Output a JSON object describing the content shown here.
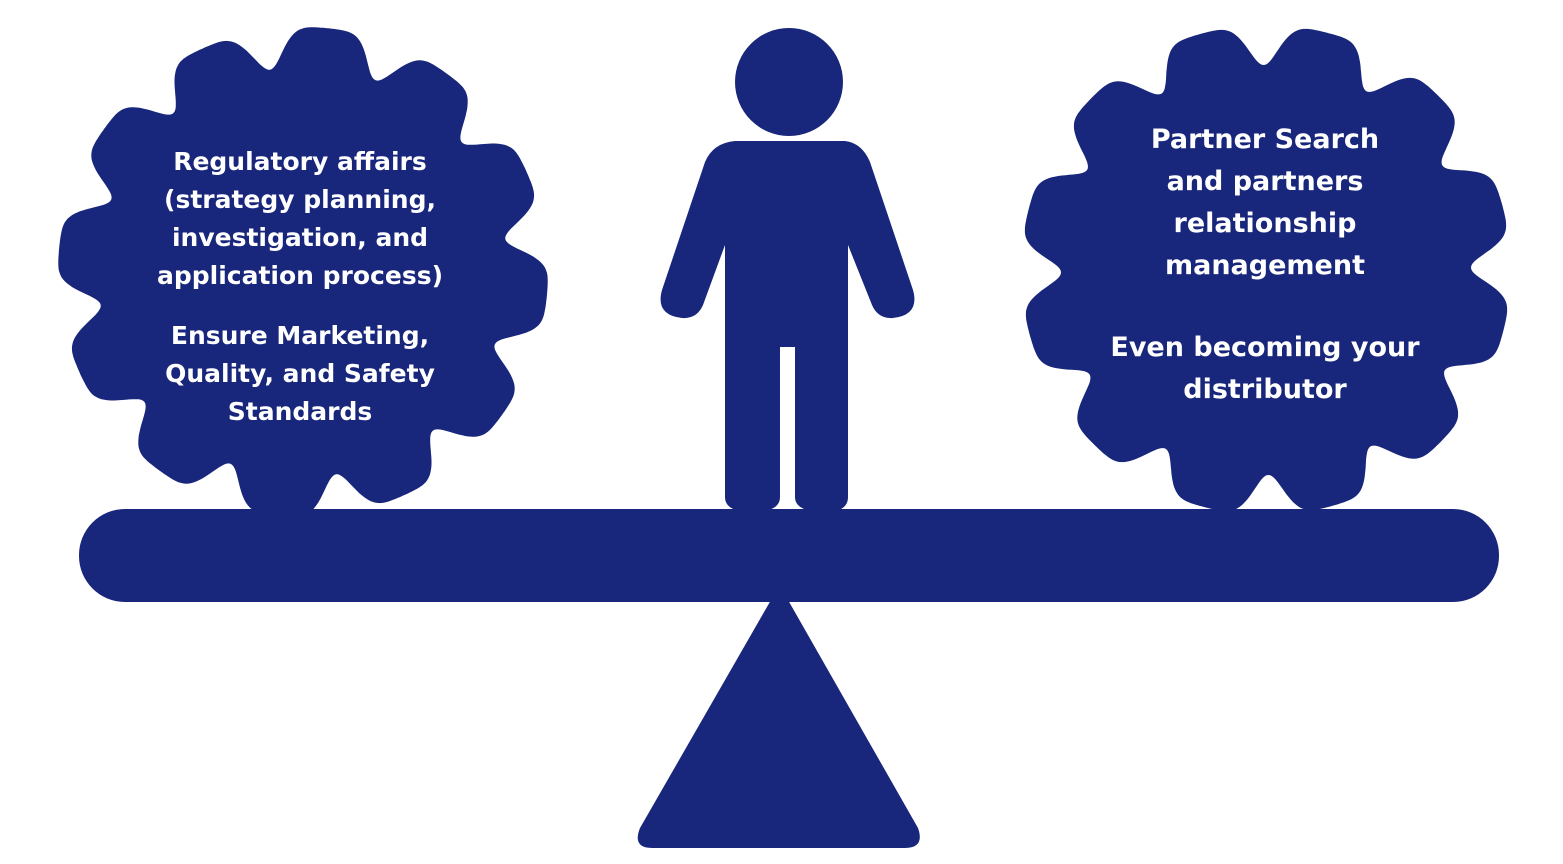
{
  "colors": {
    "primary": "#18267b",
    "text": "#ffffff",
    "background": "#ffffff"
  },
  "left_gear": {
    "lines": [
      "Regulatory affairs",
      "(strategy planning,",
      "investigation, and",
      "application process)"
    ],
    "lines2": [
      "Ensure Marketing,",
      "Quality, and Safety",
      "Standards"
    ]
  },
  "right_gear": {
    "lines": [
      "Partner Search",
      "and partners",
      "relationship",
      "management"
    ],
    "lines2": [
      "Even becoming your",
      "distributor"
    ]
  }
}
